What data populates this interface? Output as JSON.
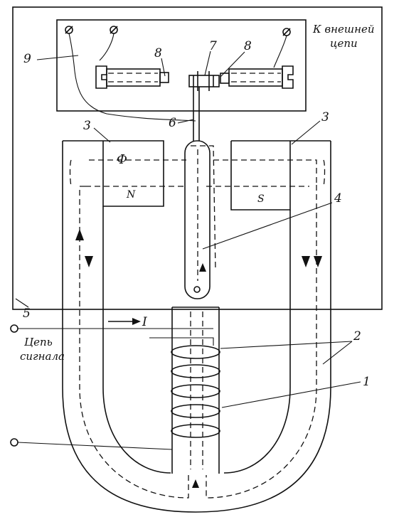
{
  "labels": {
    "external_circuit_line1": "К внешней",
    "external_circuit_line2": "цепи",
    "signal_circuit_line1": "Цепь",
    "signal_circuit_line2": "сигнала",
    "current": "I",
    "flux": "Ф",
    "pole_north": "N",
    "pole_south": "S"
  },
  "callouts": [
    "1",
    "2",
    "3",
    "4",
    "5",
    "6",
    "7",
    "8",
    "9"
  ]
}
